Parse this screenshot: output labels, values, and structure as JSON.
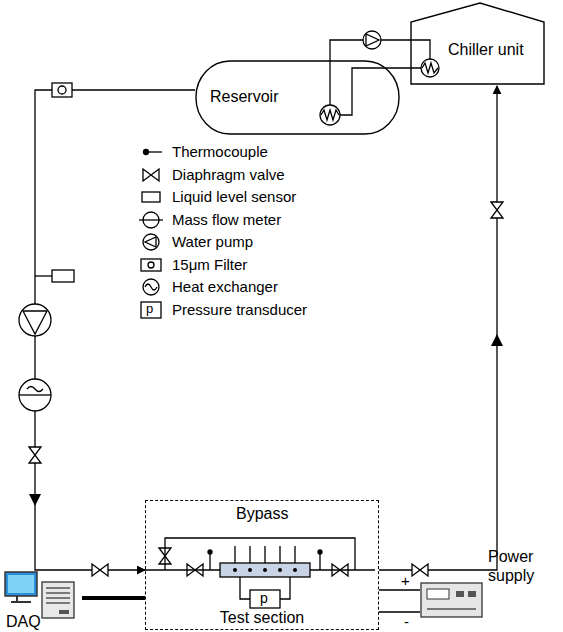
{
  "diagram": {
    "nodes": [
      {
        "text": [
          "Reservoir"
        ]
      },
      {
        "text": [
          "Chiller unit"
        ]
      },
      {
        "text": [
          "Test section"
        ]
      },
      {
        "text": [
          "DAQ"
        ]
      },
      {
        "text": [
          "Power supply"
        ]
      }
    ],
    "edges": [
      {
        "from": 0,
        "to": 2,
        "arrow": "to"
      },
      {
        "from": 2,
        "to": 1,
        "arrow": "to"
      },
      {
        "from": 0,
        "to": 1,
        "arrow": "none"
      },
      {
        "from": 3,
        "to": 2,
        "arrow": "none"
      },
      {
        "from": 2,
        "to": 4,
        "arrow": "none"
      }
    ],
    "labels": [
      "p",
      "Bypass",
      "p",
      "+",
      "-"
    ],
    "legend": [
      {
        "text": "Thermocouple"
      },
      {
        "text": "Diaphragm valve"
      },
      {
        "text": "Liquid level sensor"
      },
      {
        "text": "Mass flow meter"
      },
      {
        "text": "Water pump"
      },
      {
        "text": "15μm Filter"
      },
      {
        "text": "Heat exchanger"
      },
      {
        "text": "Pressure transducer"
      }
    ]
  }
}
